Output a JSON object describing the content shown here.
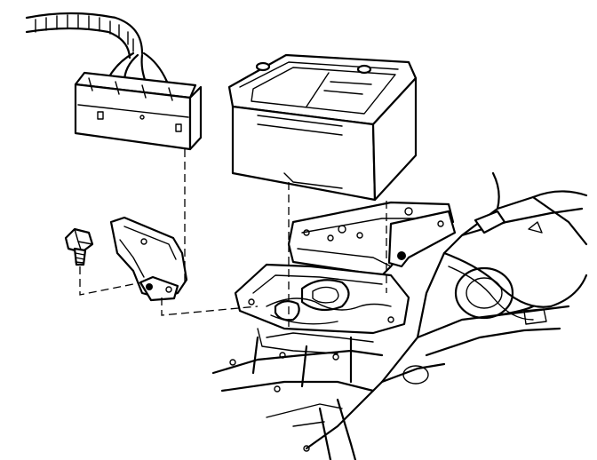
{
  "diagram": {
    "components": [
      {
        "name": "wiring-harness",
        "icon": "harness-icon"
      },
      {
        "name": "fuse-relay-block",
        "icon": "relay-block-icon"
      },
      {
        "name": "battery",
        "icon": "battery-icon"
      },
      {
        "name": "bolt",
        "icon": "bolt-icon"
      },
      {
        "name": "mounting-bracket",
        "icon": "bracket-icon"
      },
      {
        "name": "battery-tray",
        "icon": "tray-icon"
      },
      {
        "name": "vehicle-frame",
        "icon": "frame-icon"
      }
    ],
    "colors": {
      "line": "#000000",
      "background": "#ffffff"
    }
  }
}
